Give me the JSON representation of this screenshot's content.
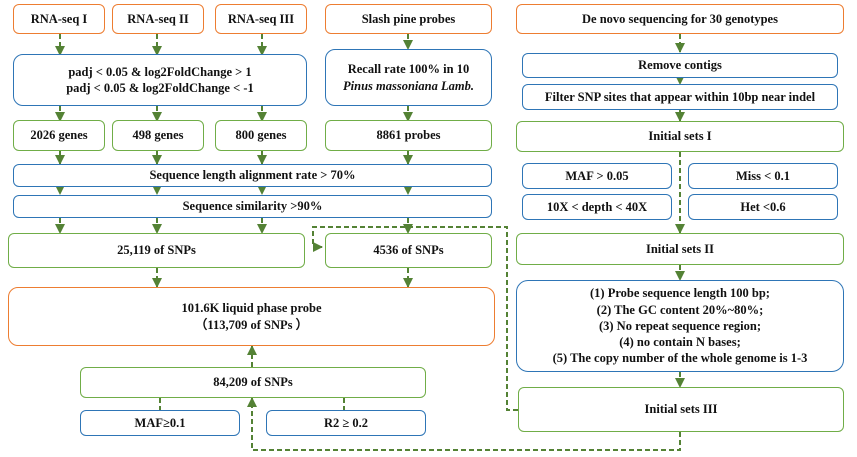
{
  "left": {
    "rnaseq": [
      "RNA-seq I",
      "RNA-seq II",
      "RNA-seq III"
    ],
    "criteria": [
      "padj < 0.05 & log2FoldChange > 1",
      "padj < 0.05 & log2FoldChange < -1"
    ],
    "genes": [
      "2026 genes",
      "498 genes",
      "800 genes"
    ],
    "alignment": "Sequence length alignment rate > 70%",
    "similarity": "Sequence similarity >90%",
    "snps_a": "25,119 of  SNPs",
    "probe_line1": "101.6K liquid phase probe",
    "probe_line2": "（113,709 of  SNPs ）",
    "snps_final": "84,209 of  SNPs",
    "maf": "MAF≥0.1",
    "r2": "R2 ≥ 0.2"
  },
  "middle": {
    "title": "Slash pine probes",
    "recall_line1": "Recall rate 100% in 10",
    "recall_line2": "Pinus massoniana Lamb.",
    "probes": "8861 probes",
    "snps_b": "4536 of  SNPs"
  },
  "right": {
    "title": "De novo sequencing for 30 genotypes",
    "remove": "Remove contigs",
    "filter": "Filter SNP sites that appear within 10bp near indel",
    "initial1": "Initial sets I",
    "maf": "MAF > 0.05",
    "miss": "Miss < 0.1",
    "depth": "10X < depth < 40X",
    "het": "Het <0.6",
    "initial2": "Initial sets II",
    "criteria": [
      "(1)   Probe sequence length 100 bp;",
      "(2) The GC content 20%~80%;",
      "(3) No repeat sequence region;",
      "(4) no contain N bases;",
      "(5) The copy number of the whole genome is 1-3"
    ],
    "initial3": "Initial sets III"
  },
  "colors": {
    "orange": "#ED7D31",
    "blue": "#2E75B6",
    "green": "#70AD47",
    "line": "#548235"
  }
}
